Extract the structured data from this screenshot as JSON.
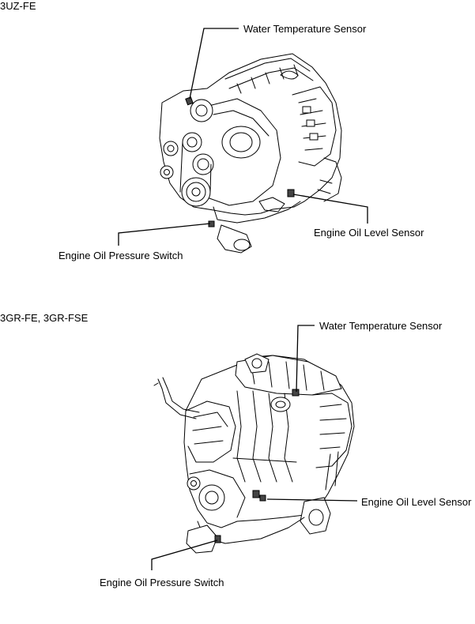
{
  "sections": [
    {
      "heading": "3UZ-FE",
      "labels": {
        "water_temp": "Water Temperature Sensor",
        "oil_level": "Engine Oil Level Sensor",
        "oil_pressure": "Engine Oil Pressure Switch"
      }
    },
    {
      "heading": "3GR-FE, 3GR-FSE",
      "labels": {
        "water_temp": "Water Temperature Sensor",
        "oil_level": "Engine Oil Level Sensor",
        "oil_pressure": "Engine Oil Pressure Switch"
      }
    }
  ]
}
